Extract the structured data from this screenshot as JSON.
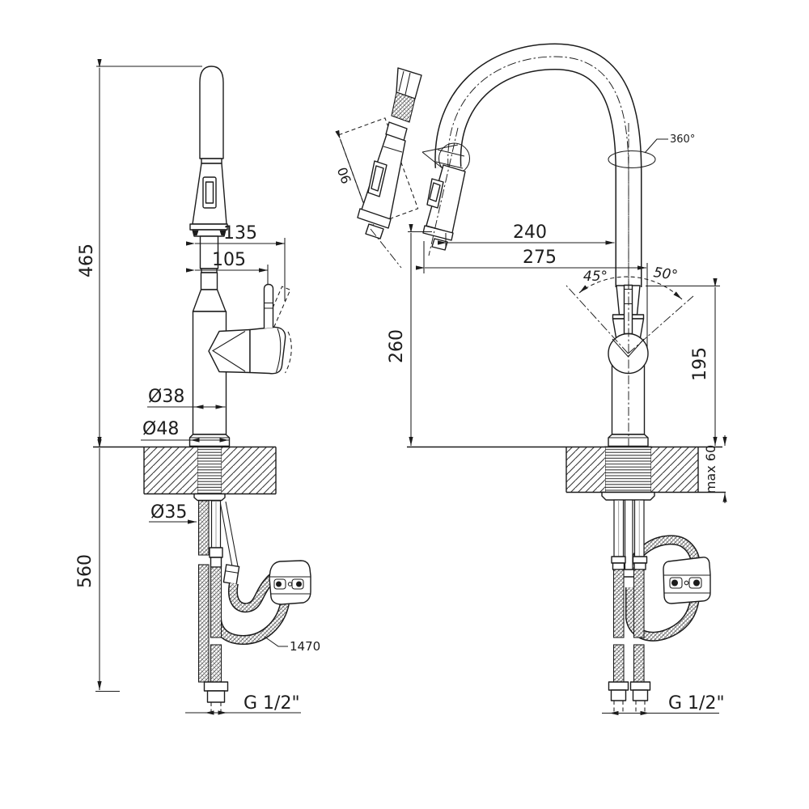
{
  "drawing": {
    "kind": "faucet-installation-dimension-drawing",
    "background_color": "#ffffff",
    "ink_color": "#1c1c1c",
    "side_view": {
      "overall_height": "465",
      "under_counter_depth": "560",
      "reach_full": "135",
      "reach_handle": "105",
      "dia_body": "Ø38",
      "dia_base": "Ø48",
      "dia_hole": "Ø35",
      "hose_length": "1470",
      "thread": "G 1/2\""
    },
    "front_view": {
      "swivel": "360°",
      "spray_head_length": "90",
      "reach_inner": "240",
      "reach_outer": "275",
      "spout_height": "260",
      "handle_height": "195",
      "handle_angle_left": "45°",
      "handle_angle_right": "50°",
      "counter_thickness_max": "max 60",
      "thread": "G 1/2\""
    }
  }
}
